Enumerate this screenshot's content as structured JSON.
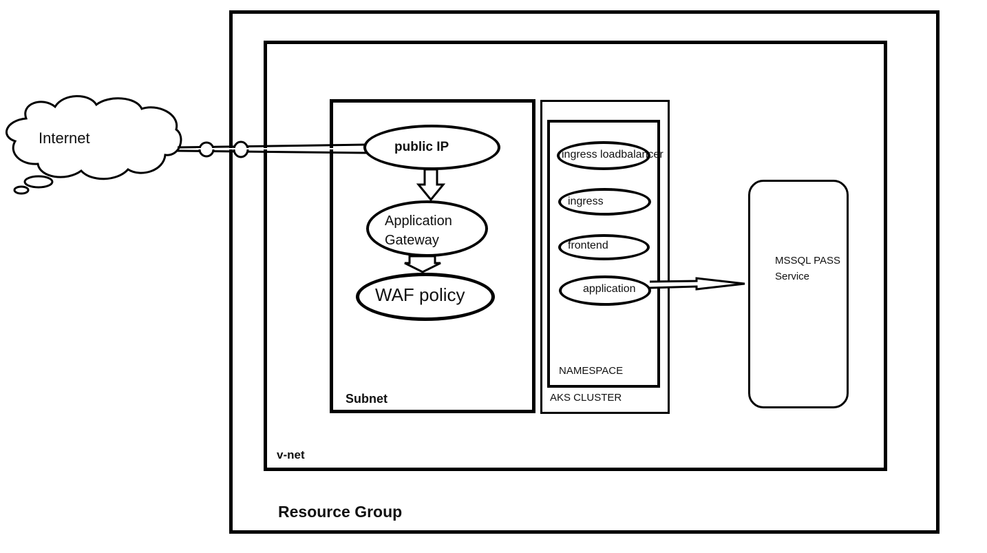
{
  "cloud": {
    "label": "Internet"
  },
  "containers": {
    "resource_group": "Resource Group",
    "vnet": "v-net",
    "subnet": "Subnet",
    "aks_cluster": "AKS CLUSTER",
    "namespace": "NAMESPACE"
  },
  "subnet_nodes": {
    "public_ip": "public IP",
    "app_gateway_line1": "Application",
    "app_gateway_line2": "Gateway",
    "waf_policy": "WAF policy"
  },
  "namespace_nodes": {
    "ingress_lb": "ingress loadbalancer",
    "ingress": "ingress",
    "frontend": "frontend",
    "application": "application"
  },
  "external_service": {
    "line1": "MSSQL PASS",
    "line2": "Service"
  }
}
